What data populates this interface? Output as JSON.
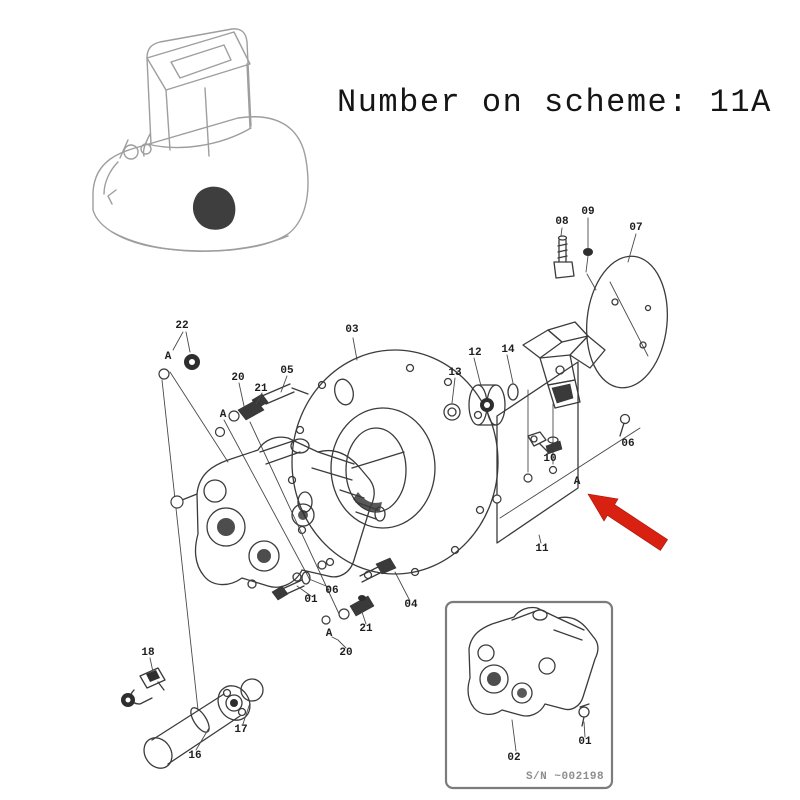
{
  "header": {
    "title": "Number on scheme: 11A"
  },
  "diagram": {
    "description": "Exploded parts diagram of hydraulic pump mounting group with flywheel flange, coupling, cover plate and fittings",
    "part_labels": [
      {
        "part": "08",
        "text": "08"
      },
      {
        "part": "09",
        "text": "09"
      },
      {
        "part": "07",
        "text": "07"
      },
      {
        "part": "03",
        "text": "03"
      },
      {
        "part": "22",
        "text": "22"
      },
      {
        "part": "20",
        "text": "20"
      },
      {
        "part": "21",
        "text": "21"
      },
      {
        "part": "05",
        "text": "05"
      },
      {
        "part": "13",
        "text": "13"
      },
      {
        "part": "12",
        "text": "12"
      },
      {
        "part": "14",
        "text": "14"
      },
      {
        "part": "10",
        "text": "10"
      },
      {
        "part": "06",
        "text": "06"
      },
      {
        "part": "11",
        "text": "11"
      },
      {
        "part": "01",
        "text": "01"
      },
      {
        "part": "06",
        "text": "06"
      },
      {
        "part": "04",
        "text": "04"
      },
      {
        "part": "21",
        "text": "21"
      },
      {
        "part": "20",
        "text": "20"
      },
      {
        "part": "18",
        "text": "18"
      },
      {
        "part": "17",
        "text": "17"
      },
      {
        "part": "16",
        "text": "16"
      }
    ],
    "view_markers": [
      {
        "text": "A"
      },
      {
        "text": "A"
      },
      {
        "text": "A"
      },
      {
        "text": "A"
      }
    ],
    "inset": {
      "part_labels": [
        {
          "part": "02",
          "text": "02"
        },
        {
          "part": "01",
          "text": "01"
        }
      ],
      "serial_note": "S/N ~002198"
    },
    "colors": {
      "arrow": "#d92111",
      "line": "#3b3b3b",
      "thumbnail_line": "#9e9e9e"
    }
  }
}
